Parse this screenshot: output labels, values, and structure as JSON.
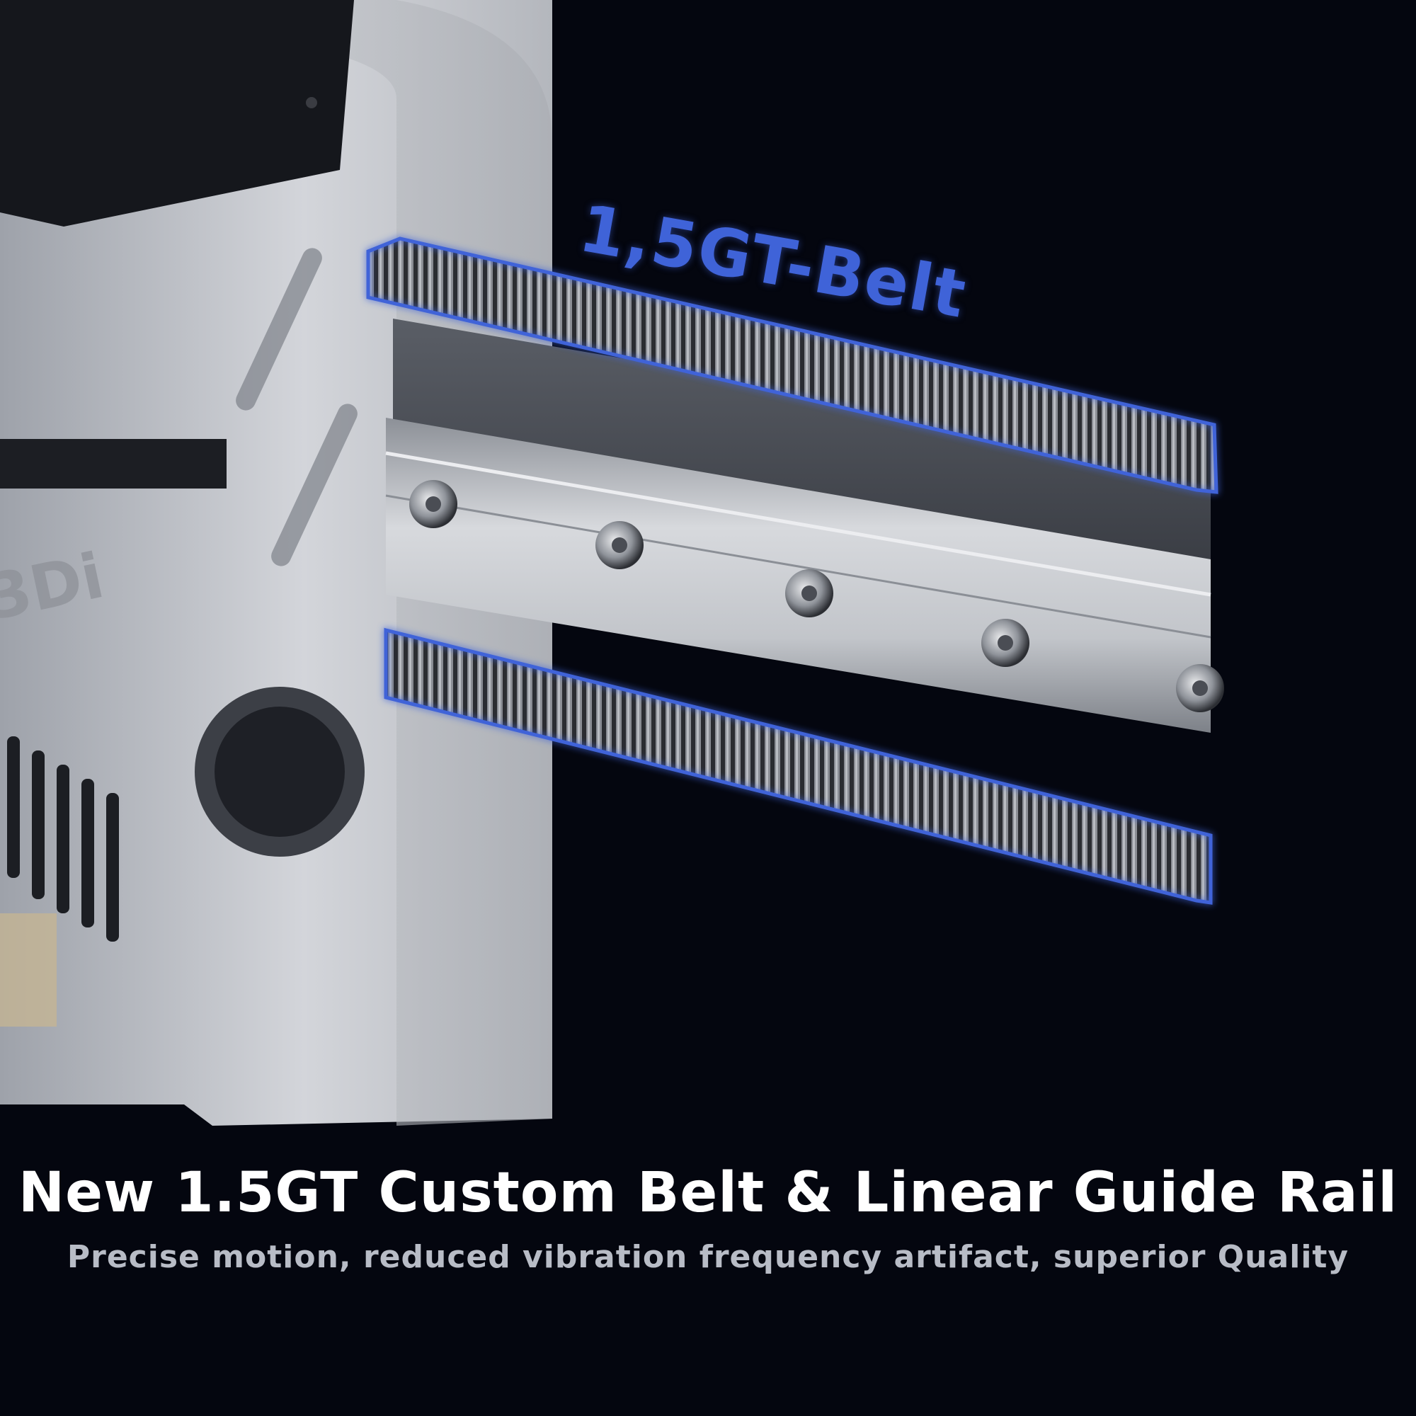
{
  "product_image": {
    "belt_label": "1,5GT-Belt",
    "device_logo_partial": "3Di",
    "colors": {
      "background": "#04060f",
      "accent_glow": "#3f63d8",
      "metal": "#c3c6cc",
      "belt": "#3a3c42"
    }
  },
  "caption": {
    "headline": "New 1.5GT Custom Belt & Linear Guide Rail",
    "subline": "Precise motion, reduced vibration frequency artifact, superior Quality"
  }
}
